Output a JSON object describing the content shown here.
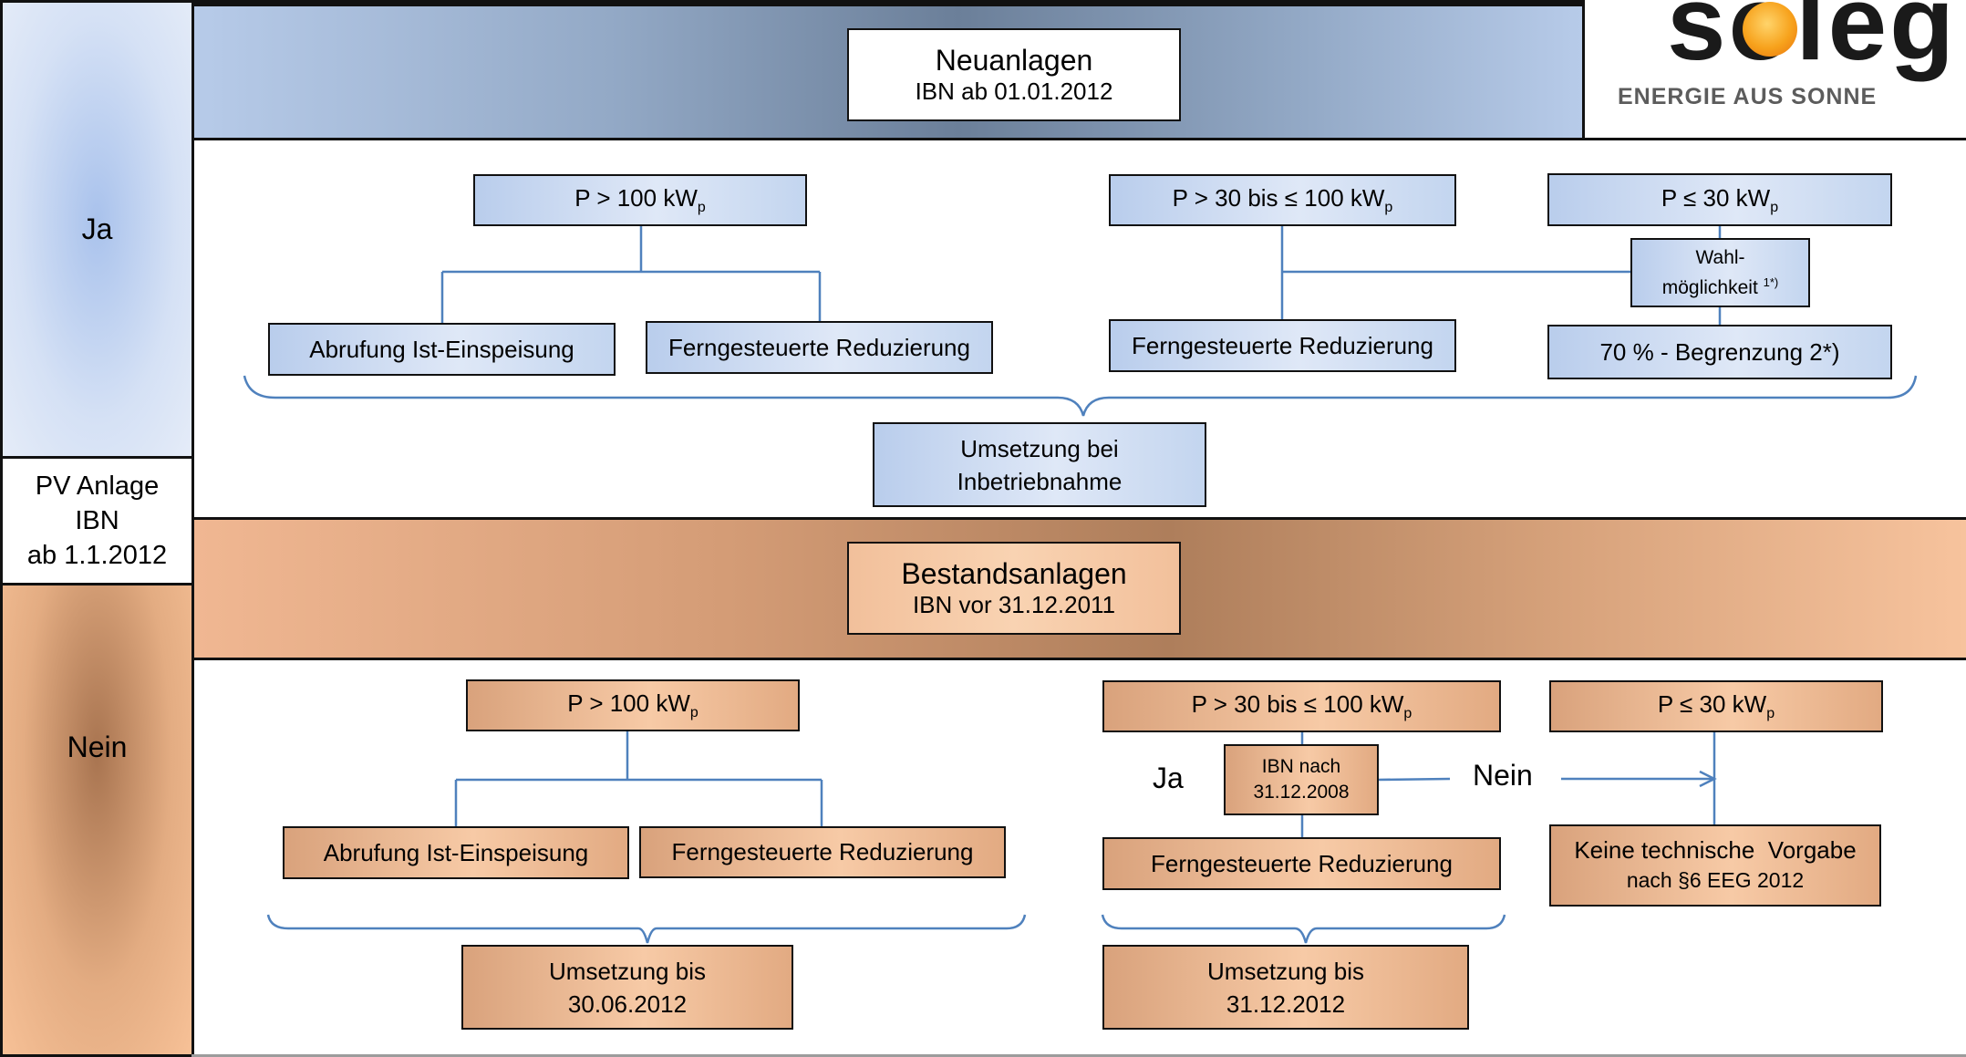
{
  "side": {
    "ja": "Ja",
    "pv_line1": "PV Anlage",
    "pv_line2": "IBN",
    "pv_line3": "ab 1.1.2012",
    "nein": "Nein"
  },
  "logo": {
    "wordmark": "soleg",
    "tagline": "ENERGIE AUS SONNE"
  },
  "neu": {
    "title": "Neuanlagen",
    "subtitle": "IBN ab 01.01.2012",
    "p100_prefix": "P > 100 kW",
    "p30_100_prefix": "P > 30 bis ≤ 100 kW",
    "p30_prefix": "P ≤ 30 kW",
    "sub_p": "p",
    "wahl_line1": "Wahl-",
    "wahl_line2": "möglichkeit",
    "wahl_sup": "1*)",
    "abrufung": "Abrufung Ist-Einspeisung",
    "fern1": "Ferngesteuerte Reduzierung",
    "fern2": "Ferngesteuerte Reduzierung",
    "begrenzung": "70 % - Begrenzung 2*)",
    "umsetzung_line1": "Umsetzung bei",
    "umsetzung_line2": "Inbetriebnahme"
  },
  "bestand": {
    "title": "Bestandsanlagen",
    "subtitle": "IBN vor 31.12.2011",
    "p100_prefix": "P > 100 kW",
    "p30_100_prefix": "P > 30 bis ≤ 100 kW",
    "p30_prefix": "P ≤ 30 kW",
    "sub_p": "p",
    "ibn_line1": "IBN nach",
    "ibn_line2": "31.12.2008",
    "ja": "Ja",
    "nein": "Nein",
    "abrufung": "Abrufung Ist-Einspeisung",
    "fern1": "Ferngesteuerte Reduzierung",
    "fern2": "Ferngesteuerte Reduzierung",
    "keine_line1": "Keine technische  Vorgabe",
    "keine_line2": "nach §6 EEG 2012",
    "umsetzung1_line1": "Umsetzung bis",
    "umsetzung1_line2": "30.06.2012",
    "umsetzung2_line1": "Umsetzung bis",
    "umsetzung2_line2": "31.12.2012"
  },
  "colors": {
    "connector": "#4f81bd",
    "blue_band": "#7d95b3",
    "orange_band": "#b58259"
  }
}
